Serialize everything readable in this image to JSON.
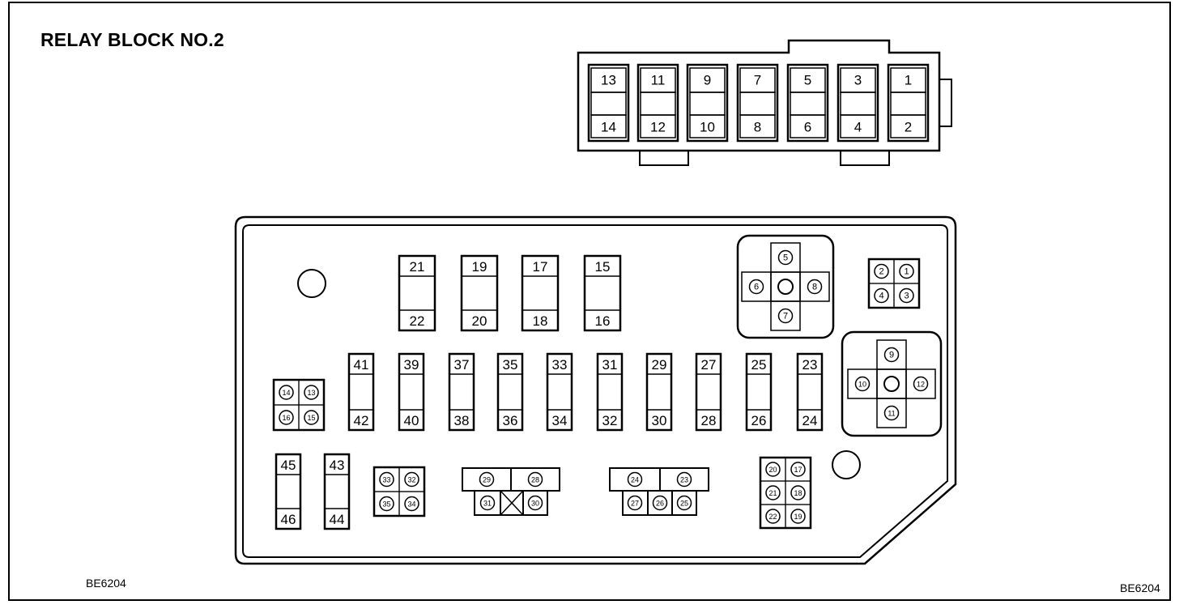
{
  "title": "RELAY BLOCK NO.2",
  "figure_code_left": "BE6204",
  "figure_code_right": "BE6204",
  "top_connector": {
    "pairs": [
      {
        "top": "13",
        "bottom": "14"
      },
      {
        "top": "11",
        "bottom": "12"
      },
      {
        "top": "9",
        "bottom": "10"
      },
      {
        "top": "7",
        "bottom": "8"
      },
      {
        "top": "5",
        "bottom": "6"
      },
      {
        "top": "3",
        "bottom": "4"
      },
      {
        "top": "1",
        "bottom": "2"
      }
    ]
  },
  "block": {
    "upper_fuses": [
      {
        "top": "21",
        "bottom": "22"
      },
      {
        "top": "19",
        "bottom": "20"
      },
      {
        "top": "17",
        "bottom": "18"
      },
      {
        "top": "15",
        "bottom": "16"
      }
    ],
    "middle_fuses": [
      {
        "top": "41",
        "bottom": "42"
      },
      {
        "top": "39",
        "bottom": "40"
      },
      {
        "top": "37",
        "bottom": "38"
      },
      {
        "top": "35",
        "bottom": "36"
      },
      {
        "top": "33",
        "bottom": "34"
      },
      {
        "top": "31",
        "bottom": "32"
      },
      {
        "top": "29",
        "bottom": "30"
      },
      {
        "top": "27",
        "bottom": "28"
      },
      {
        "top": "25",
        "bottom": "26"
      },
      {
        "top": "23",
        "bottom": "24"
      }
    ],
    "lower_fuses": [
      {
        "top": "45",
        "bottom": "46"
      },
      {
        "top": "43",
        "bottom": "44"
      }
    ],
    "relay_cross_a": {
      "top": "5",
      "left": "6",
      "right": "8",
      "bottom": "7"
    },
    "relay_cross_b": {
      "top": "9",
      "left": "10",
      "right": "12",
      "bottom": "11"
    },
    "small_relay_a": [
      "2",
      "1",
      "4",
      "3"
    ],
    "small_relay_b": [
      "14",
      "13",
      "16",
      "15"
    ],
    "small_relay_c": [
      "33",
      "32",
      "35",
      "34"
    ],
    "connector_d": {
      "upper": [
        "29",
        "28"
      ],
      "lower": [
        "31",
        "30"
      ]
    },
    "connector_e": {
      "upper": [
        "24",
        "23"
      ],
      "lower": [
        "27",
        "26",
        "25"
      ]
    },
    "connector_f": [
      "20",
      "17",
      "21",
      "18",
      "22",
      "19"
    ]
  }
}
